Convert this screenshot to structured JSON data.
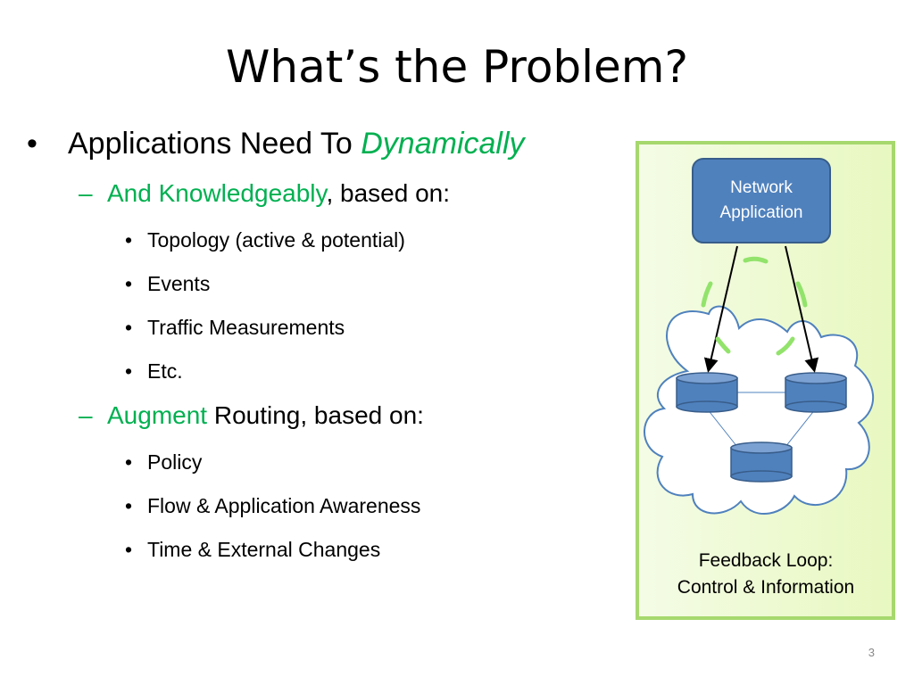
{
  "slide": {
    "title": "What’s the Problem?",
    "bullet1": {
      "text": "Applications Need To ",
      "emphasis": "Dynamically"
    },
    "sub1": {
      "accent": "And Knowledgeably",
      "rest": ", based on:"
    },
    "sub1_items": [
      "Topology (active & potential)",
      "Events",
      "Traffic Measurements",
      "Etc."
    ],
    "sub2": {
      "accent": "Augment",
      "rest": " Routing, based on:"
    },
    "sub2_items": [
      "Policy",
      "Flow & Application Awareness",
      "Time & External Changes"
    ],
    "bullet_glyph": "•",
    "dash_glyph": "–",
    "page_number": "3"
  },
  "diagram": {
    "network_app_line1": "Network",
    "network_app_line2": "Application",
    "caption_line1": "Feedback Loop:",
    "caption_line2": "Control & Information",
    "colors": {
      "panel_fill": "#e8f8c0",
      "panel_border": "#a6d86e",
      "node_fill": "#4f81bd",
      "node_border": "#385d8a",
      "cloud_fill": "#ffffff",
      "cloud_border": "#4f81bd",
      "loop_dash": "#92e36b",
      "accent_text": "#00b050"
    }
  }
}
